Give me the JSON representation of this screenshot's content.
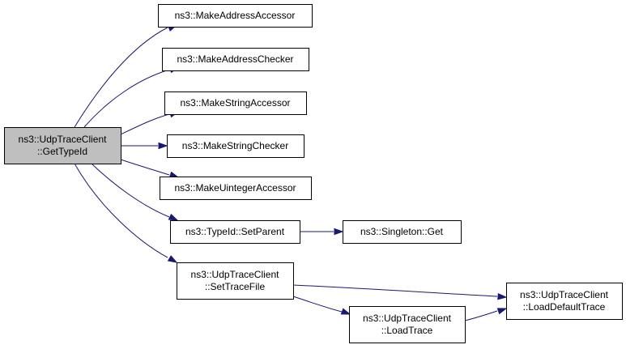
{
  "diagram": {
    "colors": {
      "edge": "#191970",
      "root_fill": "#bfbfbf",
      "node_fill": "#ffffff",
      "border": "#000000"
    },
    "nodes": [
      {
        "id": "root",
        "lines": [
          "ns3::UdpTraceClient",
          "::GetTypeId"
        ],
        "root": true
      },
      {
        "id": "n1",
        "lines": [
          "ns3::MakeAddressAccessor"
        ]
      },
      {
        "id": "n2",
        "lines": [
          "ns3::MakeAddressChecker"
        ]
      },
      {
        "id": "n3",
        "lines": [
          "ns3::MakeStringAccessor"
        ]
      },
      {
        "id": "n4",
        "lines": [
          "ns3::MakeStringChecker"
        ]
      },
      {
        "id": "n5",
        "lines": [
          "ns3::MakeUintegerAccessor"
        ]
      },
      {
        "id": "n6",
        "lines": [
          "ns3::TypeId::SetParent"
        ]
      },
      {
        "id": "n7",
        "lines": [
          "ns3::Singleton::Get"
        ]
      },
      {
        "id": "n8",
        "lines": [
          "ns3::UdpTraceClient",
          "::SetTraceFile"
        ]
      },
      {
        "id": "n9",
        "lines": [
          "ns3::UdpTraceClient",
          "::LoadDefaultTrace"
        ]
      },
      {
        "id": "n10",
        "lines": [
          "ns3::UdpTraceClient",
          "::LoadTrace"
        ]
      }
    ],
    "edges": [
      {
        "from": "root",
        "to": "n1"
      },
      {
        "from": "root",
        "to": "n2"
      },
      {
        "from": "root",
        "to": "n3"
      },
      {
        "from": "root",
        "to": "n4"
      },
      {
        "from": "root",
        "to": "n5"
      },
      {
        "from": "root",
        "to": "n6"
      },
      {
        "from": "root",
        "to": "n8"
      },
      {
        "from": "n6",
        "to": "n7"
      },
      {
        "from": "n8",
        "to": "n9"
      },
      {
        "from": "n8",
        "to": "n10"
      },
      {
        "from": "n10",
        "to": "n9"
      }
    ]
  }
}
